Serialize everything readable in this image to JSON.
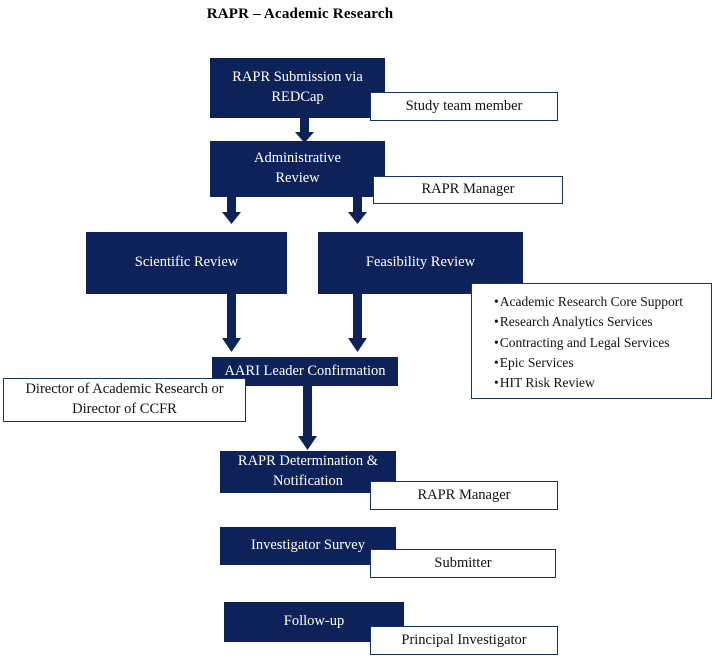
{
  "diagram": {
    "title": "RAPR – Academic Research",
    "accent_navy": "#0d2259",
    "border_navy": "#16306b",
    "background": "#ffffff",
    "process_steps": [
      {
        "id": "submission",
        "label_line1": "RAPR Submission via",
        "label_line2": "REDCap"
      },
      {
        "id": "administrative-review",
        "label_line1": "Administrative",
        "label_line2": "Review"
      },
      {
        "id": "scientific-review",
        "label_line1": "Scientific Review",
        "label_line2": ""
      },
      {
        "id": "feasibility-review",
        "label_line1": "Feasibility Review",
        "label_line2": ""
      },
      {
        "id": "aari-leader-confirmation",
        "label_line1": "AARI Leader Confirmation",
        "label_line2": ""
      },
      {
        "id": "rapr-determination",
        "label_line1": "RAPR Determination &",
        "label_line2": "Notification"
      },
      {
        "id": "investigator-survey",
        "label_line1": "Investigator Survey",
        "label_line2": ""
      },
      {
        "id": "follow-up",
        "label_line1": "Follow-up",
        "label_line2": ""
      }
    ],
    "role_notes": [
      {
        "id": "study-team-member",
        "label_line1": "Study team member",
        "label_line2": ""
      },
      {
        "id": "rapr-manager-admin",
        "label_line1": "RAPR Manager",
        "label_line2": ""
      },
      {
        "id": "director-roles",
        "label_line1": "Director of Academic Research or",
        "label_line2": "Director of CCFR"
      },
      {
        "id": "rapr-manager-determination",
        "label_line1": "RAPR Manager",
        "label_line2": ""
      },
      {
        "id": "submitter",
        "label_line1": "Submitter",
        "label_line2": ""
      },
      {
        "id": "principal-investigator",
        "label_line1": "Principal Investigator",
        "label_line2": ""
      }
    ],
    "feasibility_services": {
      "items": [
        "Academic Research Core Support",
        "Research Analytics Services",
        "Contracting and Legal Services",
        "Epic Services",
        "HIT Risk Review"
      ]
    }
  }
}
